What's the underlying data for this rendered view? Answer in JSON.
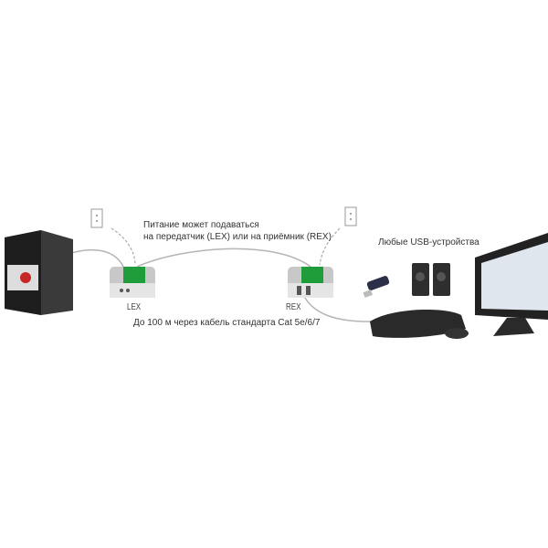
{
  "labels": {
    "power_line1": "Питание может подаваться",
    "power_line2": "на передатчик (LEX) или на приёмник (REX)",
    "usb_devices": "Любые USB-устройства",
    "cable": "До 100 м через кабель стандарта Cat 5e/6/7",
    "lex": "LEX",
    "rex": "REX"
  },
  "colors": {
    "accent": "#16a34a",
    "cable": "#b0b0b0"
  }
}
